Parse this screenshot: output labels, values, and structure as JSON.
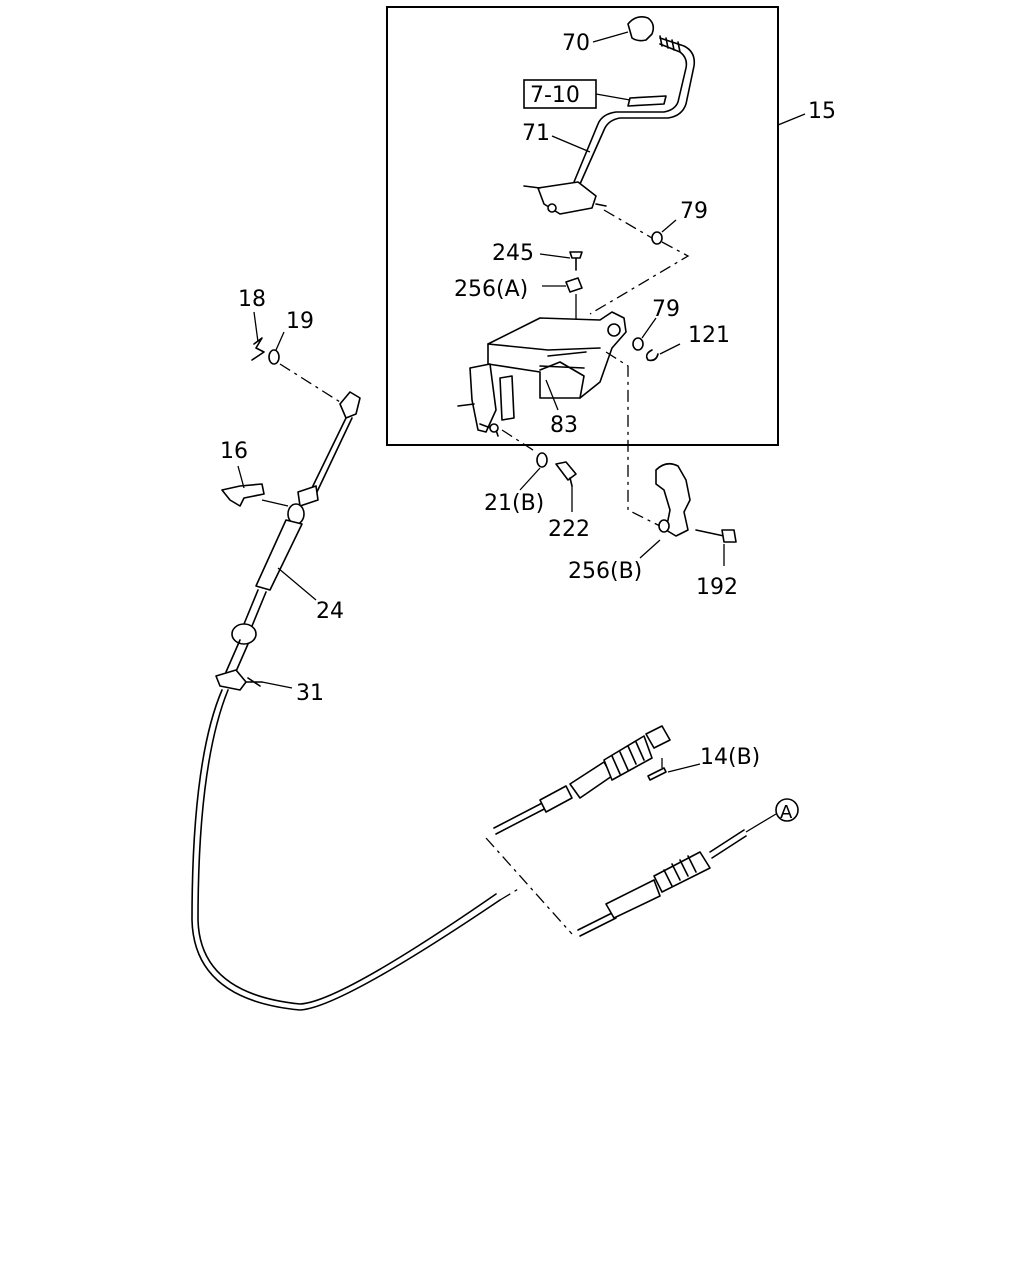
{
  "callouts": {
    "c70": "70",
    "c7_10": "7-10",
    "c71": "71",
    "c15": "15",
    "c79a": "79",
    "c245": "245",
    "c256a": "256(A)",
    "c79b": "79",
    "c121": "121",
    "c83": "83",
    "c18": "18",
    "c19": "19",
    "c16": "16",
    "c24": "24",
    "c31": "31",
    "c21b": "21(B)",
    "c222": "222",
    "c256b": "256(B)",
    "c192": "192",
    "c14b": "14(B)",
    "cA": "A"
  }
}
